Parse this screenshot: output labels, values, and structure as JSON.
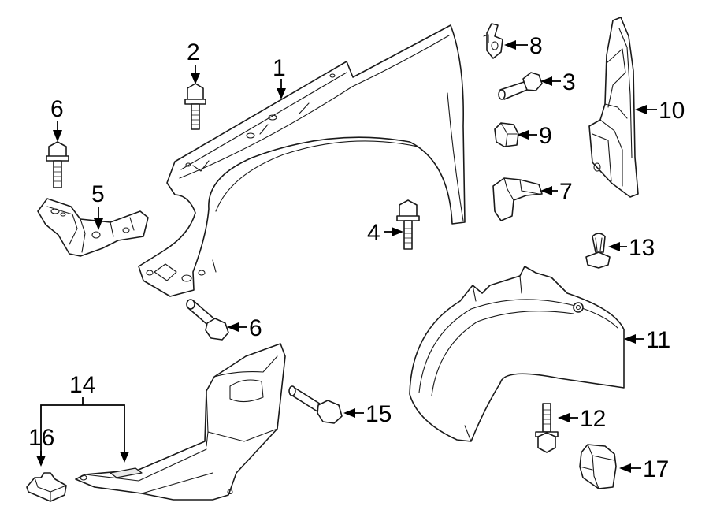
{
  "callouts": [
    {
      "id": "c1",
      "label": "1"
    },
    {
      "id": "c2",
      "label": "2"
    },
    {
      "id": "c3",
      "label": "3"
    },
    {
      "id": "c4",
      "label": "4"
    },
    {
      "id": "c5",
      "label": "5"
    },
    {
      "id": "c6a",
      "label": "6"
    },
    {
      "id": "c6b",
      "label": "6"
    },
    {
      "id": "c7",
      "label": "7"
    },
    {
      "id": "c8",
      "label": "8"
    },
    {
      "id": "c9",
      "label": "9"
    },
    {
      "id": "c10",
      "label": "10"
    },
    {
      "id": "c11",
      "label": "11"
    },
    {
      "id": "c12",
      "label": "12"
    },
    {
      "id": "c13",
      "label": "13"
    },
    {
      "id": "c14",
      "label": "14"
    },
    {
      "id": "c15",
      "label": "15"
    },
    {
      "id": "c16",
      "label": "16"
    },
    {
      "id": "c17",
      "label": "17"
    }
  ]
}
